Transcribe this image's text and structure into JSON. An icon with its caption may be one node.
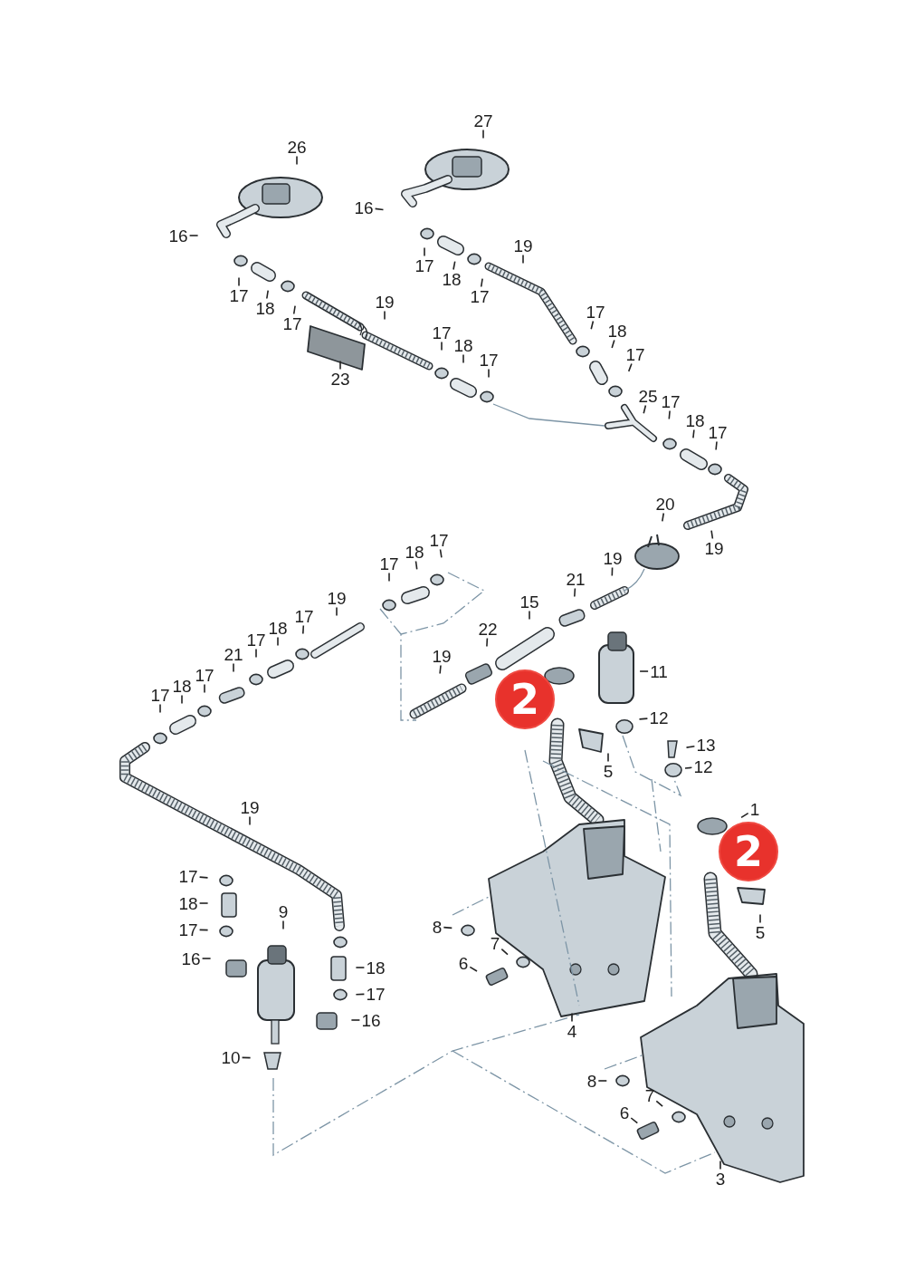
{
  "diagram": {
    "nodes": [
      {
        "text": [
          "27"
        ]
      },
      {
        "text": [
          "26"
        ]
      },
      {
        "text": [
          "16"
        ]
      },
      {
        "text": [
          "16"
        ]
      },
      {
        "text": [
          "17"
        ]
      },
      {
        "text": [
          "18"
        ]
      },
      {
        "text": [
          "19"
        ]
      },
      {
        "text": [
          "17"
        ]
      },
      {
        "text": [
          "17"
        ]
      },
      {
        "text": [
          "18"
        ]
      },
      {
        "text": [
          "17"
        ]
      },
      {
        "text": [
          "19"
        ]
      },
      {
        "text": [
          "17"
        ]
      },
      {
        "text": [
          "18"
        ]
      },
      {
        "text": [
          "17"
        ]
      },
      {
        "text": [
          "23"
        ]
      },
      {
        "text": [
          "17"
        ]
      },
      {
        "text": [
          "18"
        ]
      },
      {
        "text": [
          "17"
        ]
      },
      {
        "text": [
          "25"
        ]
      },
      {
        "text": [
          "17"
        ]
      },
      {
        "text": [
          "18"
        ]
      },
      {
        "text": [
          "17"
        ]
      },
      {
        "text": [
          "20"
        ]
      },
      {
        "text": [
          "19"
        ]
      },
      {
        "text": [
          "17"
        ]
      },
      {
        "text": [
          "18"
        ]
      },
      {
        "text": [
          "17"
        ]
      },
      {
        "text": [
          "19"
        ]
      },
      {
        "text": [
          "21"
        ]
      },
      {
        "text": [
          "15"
        ]
      },
      {
        "text": [
          "19"
        ]
      },
      {
        "text": [
          "17"
        ]
      },
      {
        "text": [
          "18"
        ]
      },
      {
        "text": [
          "17"
        ]
      },
      {
        "text": [
          "21"
        ]
      },
      {
        "text": [
          "17"
        ]
      },
      {
        "text": [
          "18"
        ]
      },
      {
        "text": [
          "17"
        ]
      },
      {
        "text": [
          "22"
        ]
      },
      {
        "text": [
          "19"
        ]
      },
      {
        "text": [
          "11"
        ]
      },
      {
        "text": [
          "2"
        ]
      },
      {
        "text": [
          "12"
        ]
      },
      {
        "text": [
          "13"
        ]
      },
      {
        "text": [
          "5"
        ]
      },
      {
        "text": [
          "12"
        ]
      },
      {
        "text": [
          "19"
        ]
      },
      {
        "text": [
          "1"
        ]
      },
      {
        "text": [
          "2"
        ]
      },
      {
        "text": [
          "17"
        ]
      },
      {
        "text": [
          "18"
        ]
      },
      {
        "text": [
          "9"
        ]
      },
      {
        "text": [
          "17"
        ]
      },
      {
        "text": [
          "5"
        ]
      },
      {
        "text": [
          "8"
        ]
      },
      {
        "text": [
          "16"
        ]
      },
      {
        "text": [
          "7"
        ]
      },
      {
        "text": [
          "18"
        ]
      },
      {
        "text": [
          "6"
        ]
      },
      {
        "text": [
          "17"
        ]
      },
      {
        "text": [
          "16"
        ]
      },
      {
        "text": [
          "4"
        ]
      },
      {
        "text": [
          "10"
        ]
      },
      {
        "text": [
          "8"
        ]
      },
      {
        "text": [
          "7"
        ]
      },
      {
        "text": [
          "6"
        ]
      },
      {
        "text": [
          "3"
        ]
      }
    ],
    "edges": [
      {
        "from": 0,
        "to": null,
        "arrow": "none"
      },
      {
        "from": 1,
        "to": null,
        "arrow": "none"
      },
      {
        "from": 2,
        "to": null,
        "arrow": "none"
      },
      {
        "from": 3,
        "to": null,
        "arrow": "none"
      },
      {
        "from": 4,
        "to": null,
        "arrow": "none"
      },
      {
        "from": 5,
        "to": null,
        "arrow": "none"
      },
      {
        "from": 6,
        "to": null,
        "arrow": "none"
      },
      {
        "from": 7,
        "to": null,
        "arrow": "none"
      },
      {
        "from": 8,
        "to": null,
        "arrow": "none"
      },
      {
        "from": 9,
        "to": null,
        "arrow": "none"
      },
      {
        "from": 10,
        "to": null,
        "arrow": "none"
      },
      {
        "from": 11,
        "to": null,
        "arrow": "none"
      },
      {
        "from": 12,
        "to": null,
        "arrow": "none"
      },
      {
        "from": 13,
        "to": null,
        "arrow": "none"
      },
      {
        "from": 14,
        "to": null,
        "arrow": "none"
      },
      {
        "from": 15,
        "to": null,
        "arrow": "none"
      },
      {
        "from": 16,
        "to": null,
        "arrow": "none"
      },
      {
        "from": 17,
        "to": null,
        "arrow": "none"
      },
      {
        "from": 18,
        "to": null,
        "arrow": "none"
      },
      {
        "from": 19,
        "to": null,
        "arrow": "none"
      },
      {
        "from": 20,
        "to": null,
        "arrow": "none"
      },
      {
        "from": 21,
        "to": null,
        "arrow": "none"
      },
      {
        "from": 22,
        "to": null,
        "arrow": "none"
      },
      {
        "from": 23,
        "to": null,
        "arrow": "none"
      },
      {
        "from": 24,
        "to": null,
        "arrow": "none"
      },
      {
        "from": 25,
        "to": null,
        "arrow": "none"
      },
      {
        "from": 26,
        "to": null,
        "arrow": "none"
      },
      {
        "from": 27,
        "to": null,
        "arrow": "none"
      },
      {
        "from": 28,
        "to": null,
        "arrow": "none"
      },
      {
        "from": 29,
        "to": null,
        "arrow": "none"
      },
      {
        "from": 30,
        "to": null,
        "arrow": "none"
      },
      {
        "from": 31,
        "to": null,
        "arrow": "none"
      },
      {
        "from": 32,
        "to": null,
        "arrow": "none"
      },
      {
        "from": 33,
        "to": null,
        "arrow": "none"
      },
      {
        "from": 34,
        "to": null,
        "arrow": "none"
      },
      {
        "from": 35,
        "to": null,
        "arrow": "none"
      },
      {
        "from": 36,
        "to": null,
        "arrow": "none"
      },
      {
        "from": 37,
        "to": null,
        "arrow": "none"
      },
      {
        "from": 38,
        "to": null,
        "arrow": "none"
      },
      {
        "from": 39,
        "to": null,
        "arrow": "none"
      },
      {
        "from": 40,
        "to": null,
        "arrow": "none"
      },
      {
        "from": 41,
        "to": null,
        "arrow": "none"
      },
      {
        "from": 43,
        "to": null,
        "arrow": "none"
      },
      {
        "from": 44,
        "to": null,
        "arrow": "none"
      },
      {
        "from": 45,
        "to": null,
        "arrow": "none"
      },
      {
        "from": 46,
        "to": null,
        "arrow": "none"
      },
      {
        "from": 47,
        "to": null,
        "arrow": "none"
      },
      {
        "from": 48,
        "to": null,
        "arrow": "none"
      },
      {
        "from": 50,
        "to": null,
        "arrow": "none"
      },
      {
        "from": 51,
        "to": null,
        "arrow": "none"
      },
      {
        "from": 52,
        "to": null,
        "arrow": "none"
      },
      {
        "from": 53,
        "to": null,
        "arrow": "none"
      },
      {
        "from": 54,
        "to": null,
        "arrow": "none"
      },
      {
        "from": 55,
        "to": null,
        "arrow": "none"
      },
      {
        "from": 56,
        "to": null,
        "arrow": "none"
      },
      {
        "from": 57,
        "to": null,
        "arrow": "none"
      },
      {
        "from": 58,
        "to": null,
        "arrow": "none"
      },
      {
        "from": 59,
        "to": null,
        "arrow": "none"
      },
      {
        "from": 60,
        "to": null,
        "arrow": "none"
      },
      {
        "from": 61,
        "to": null,
        "arrow": "none"
      },
      {
        "from": 62,
        "to": null,
        "arrow": "none"
      },
      {
        "from": 63,
        "to": null,
        "arrow": "none"
      },
      {
        "from": 64,
        "to": null,
        "arrow": "none"
      },
      {
        "from": 65,
        "to": null,
        "arrow": "none"
      },
      {
        "from": 66,
        "to": null,
        "arrow": "none"
      },
      {
        "from": 67,
        "to": null,
        "arrow": "none"
      }
    ]
  }
}
